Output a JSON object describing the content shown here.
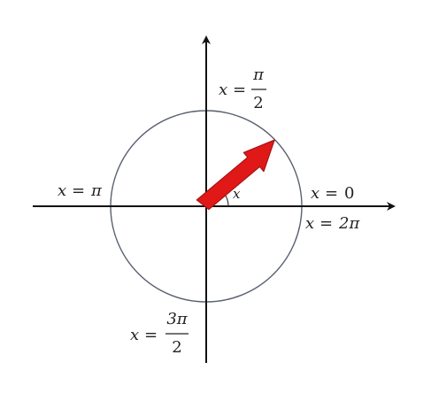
{
  "labels": {
    "angle_var": "x",
    "eq_sign": "=",
    "pi_symbol": "π",
    "right_top_value": "0",
    "right_bottom_value": "2π",
    "left_value": "π",
    "top_numerator": "π",
    "top_denominator": "2",
    "bottom_numerator": "3π",
    "bottom_denominator": "2"
  },
  "colors": {
    "axis": "#111111",
    "circle": "#5a6070",
    "vector_fill": "#e01818",
    "vector_stroke": "#9a1010",
    "text": "#222222"
  }
}
